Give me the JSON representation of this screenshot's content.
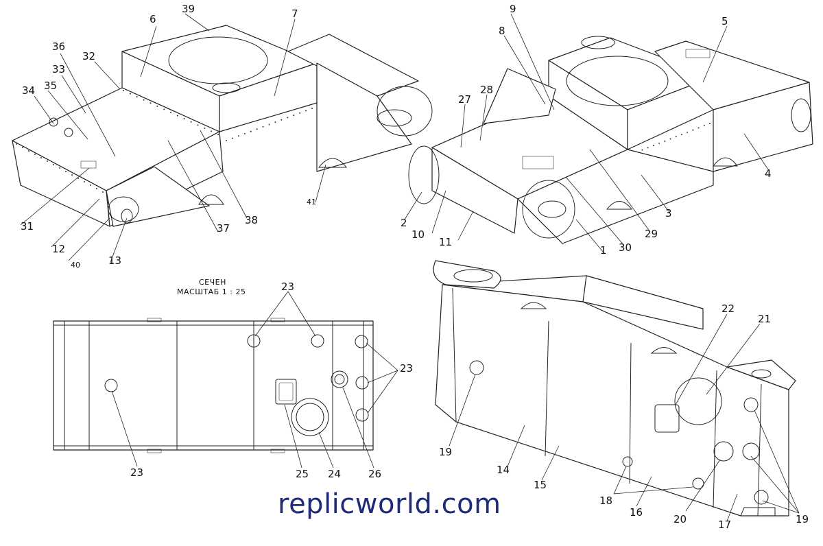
{
  "watermark": "replicworld.com",
  "section": {
    "title": "СЕЧЕН",
    "scale": "МАСШТАБ 1 : 25"
  },
  "labels": {
    "a1": "1",
    "a2": "2",
    "a3": "3",
    "a4": "4",
    "a5": "5",
    "a6": "6",
    "a7": "7",
    "a8": "8",
    "a9": "9",
    "a10": "10",
    "a11": "11",
    "a12": "12",
    "a13": "13",
    "a14": "14",
    "a15": "15",
    "a16": "16",
    "a17": "17",
    "a18": "18",
    "a19": "19",
    "a20": "20",
    "a21": "21",
    "a22": "22",
    "a23": "23",
    "a24": "24",
    "a25": "25",
    "a26": "26",
    "a27": "27",
    "a28": "28",
    "a29": "29",
    "a30": "30",
    "a31": "31",
    "a32": "32",
    "a33": "33",
    "a34": "34",
    "a35": "35",
    "a36": "36",
    "a37": "37",
    "a38": "38",
    "a39": "39",
    "a40": "40",
    "a41": "41"
  }
}
